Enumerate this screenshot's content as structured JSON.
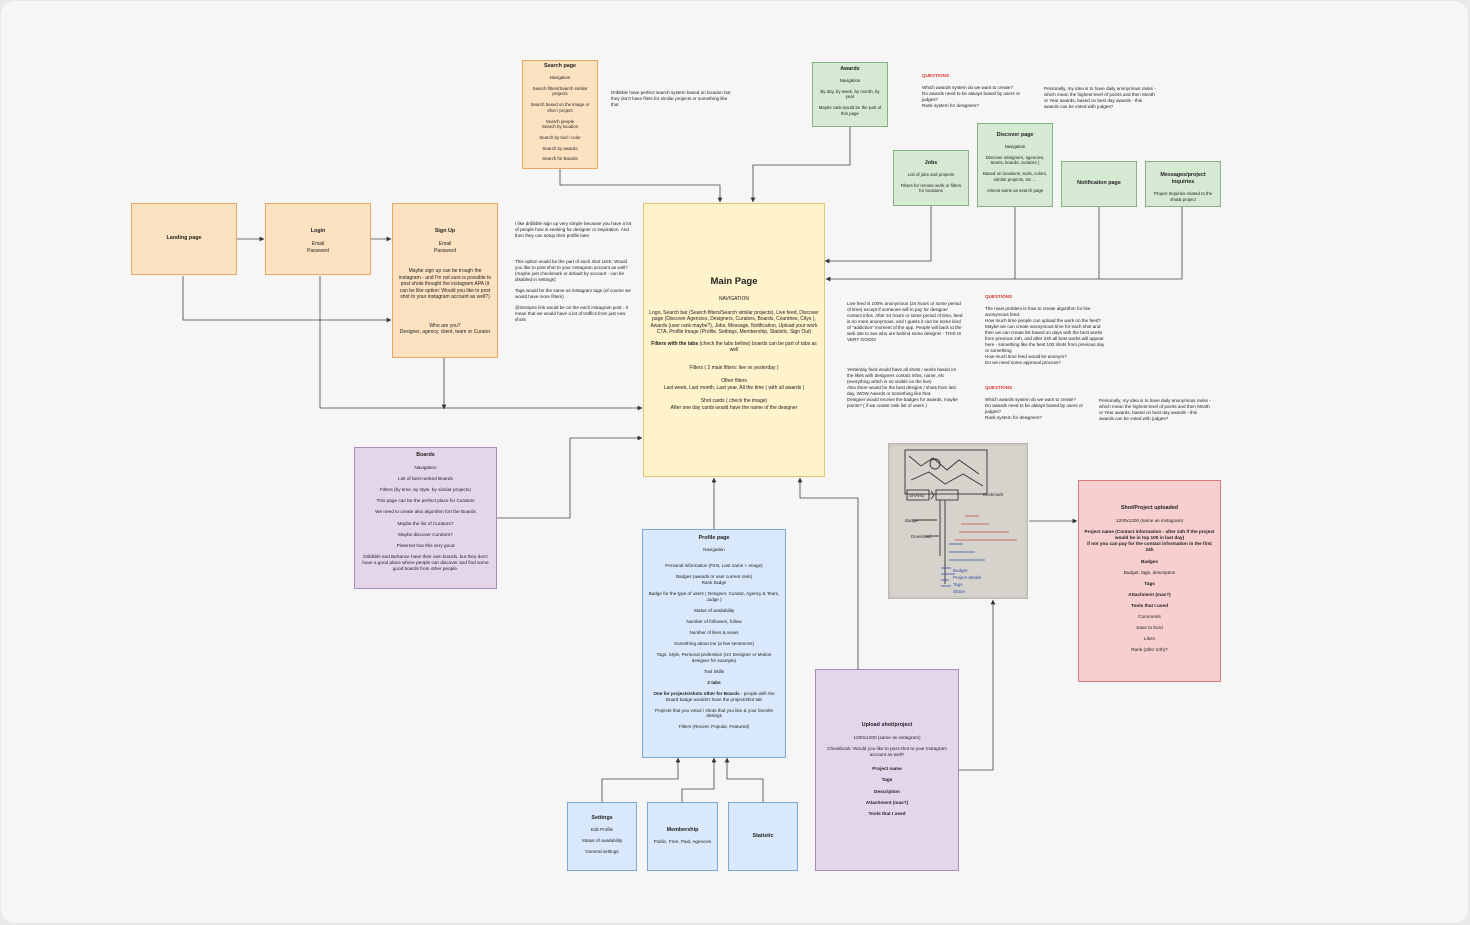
{
  "landing": {
    "title": "Landing page"
  },
  "login": {
    "title": "Login",
    "lines": [
      "Email",
      "Password"
    ]
  },
  "signup": {
    "title": "Sign Up",
    "lines": [
      "Email",
      "Password"
    ],
    "note1": "Maybe sign up can be trough the instagram - and I'm not sure is possible to post shots thought the instagram APA (it can be like option: Would you like to post shot to your instagram account as well?)",
    "note2": "Who are you?\nDesigner, agency, client, team or Curator"
  },
  "search": {
    "title": "Search page",
    "lines": [
      "Navigation",
      "Search filters/Search similar projects",
      "Search based on the image or shot / project",
      "Search people\nSearch by location",
      "Search by tool / color",
      "Search by awards",
      "Search for Boards"
    ]
  },
  "search_note": "Dribbble have perfect search system based on location but they don't have filets for similar projects or something like that",
  "signup_notes": [
    "I like dribbble sign up very simple because you have a lot of people how is seeking for designer or inspiration. And then they can setup their profile later",
    "This option would be the part of each shot LIKE: Would you like to post shot to your Instagram account as well? (maybe just checkmark or default by account - can be disabled in settings)",
    "Tags would be the same as instagram tags (of course we would have more filters)",
    "@inInspire link would be on the each instagram post - it mean that we would have a lot of traffics from just new shots"
  ],
  "awards": {
    "title": "Awards",
    "lines": [
      "Navigation",
      "By day, by week, by month, by year",
      "Maybe rank would be the part of this page"
    ]
  },
  "questions1": {
    "label": "QUESTIONS",
    "text": "Which awards system do we want to create?\nDo awards need to be always based by users or judges?\nRank system for designers?",
    "side": "Personally, my idea is to have daily anonymous ranks - which mean the highest level of points and then Month or Year awards, based on best day awards - this awards can be voted with judges?"
  },
  "jobs": {
    "title": "Jobs",
    "lines": [
      "List of jobs and projects",
      "Filters for remote work or filters for locations"
    ]
  },
  "discover": {
    "title": "Discover page",
    "lines": [
      "Navigation",
      "Discover designers, agencies, teams, boards, curators )",
      "Based on locations, tools, colors, similar projects, etc ...",
      "Almost same as search page"
    ]
  },
  "notification": {
    "title": "Notification page"
  },
  "messages": {
    "title": "Messages/project inquiries",
    "lines": [
      "Project Inquiries related to the shot& project"
    ]
  },
  "main": {
    "title": "Main Page",
    "lines": [
      "NAVIGATION",
      "Logo, Search bar (Search filters/Search similar projects), Live feed, Discover page (Discover Agencies, Designers, Curators, Boards, Countries, Citys ), Awards (user rank maybe?), Jobs, Message, Notification, Upload your work CTA, Profile Image (Profile, Settings, Membership, Statistic, Sign Out)"
    ],
    "tabs_bold": "Filters with the tabs",
    "tabs_rest": " (check the tabs bellow) boards can be part of tabs as well",
    "lines2": [
      "Filters ( 2 main filters: live vs yesterday )",
      "Other filters\nLast week, Last month, Last year, All the time ( with all awards )",
      "Shot cards ( check the image)\nAfter one day cards would have the name of the designer"
    ]
  },
  "feed_notes": [
    "Live feed is 100% anonymous (24 hours or some period of time) except if someone will to pay for designer contact infos. After 24 hours or some period of time, feed is no more anonymous, and I guess it can be some kind of \"addiction\" moment of the app. People will back to the web site to see who are behind some designs! - THIS IS VERY GOOD!",
    "Yesterday feed would have all shots / works based on the likes with designers contact infos, name, etc (everything which is no visible on the live)\nAlso there would be the best designs / shots from last day, WOW Awards or something like that.\nDesigner would receive the badges for awards, maybe points? ( if we create rank list of users )"
  ],
  "questions2": {
    "label": "QUESTIONS",
    "text": "The main problem is how to create algorithm for live anonymous feed.\nHow much time people can upload the work on the feed? Maybe we can create anonymous time for each shot and then we can create list based on days with the best works from previous 24h, and after 24h all best works will appear here - something like the best 100 shots from previous day or something\nHow much time feed would be anonym?\nDo we need some approval process?"
  },
  "questions3": {
    "label": "QUESTIONS",
    "text": "Which awards system do we want to create?\nDo awards need to be always based by users or judges?\nRank system for designers?",
    "side": "Personally, my idea is to have daily anonymous ranks - which mean the highest level of points and then Month or Year awards, based on best day awards - this awards can be voted with judges?"
  },
  "boards": {
    "title": "Boards",
    "lines": [
      "Navigation",
      "List of best-ranked Boards",
      "Filters (by time, by style, by similar projects)",
      "This page can be the perfect place for Curators",
      "We need to create also algorithm fort the Boards",
      "Maybe the list of Curators?",
      "Maybe discover Curators?",
      "Pinterest has this very good",
      "Dribbble and Behance have their own boards, but they don't have a good place where people can discover and find some good boards from other people."
    ]
  },
  "profile": {
    "title": "Profile page",
    "lines": [
      "Navigation",
      "Personal information (First, Last name + Image)",
      "Badges (awards or user current rank)\nRank badge",
      "Badge for the type of users ( Designer, Curator, Agency & Team, Judge )",
      "Status of availability",
      "Number of followers, follow",
      "Number of likes & views",
      "Something about me (a few sentences)",
      "Tags, Style, Personal profession (UX Designer or Motion designer for example)",
      "Tool Skills"
    ],
    "tabs": "2 tabs",
    "tabs_desc_bold": "One for projects/shots other for Boards",
    "tabs_desc_rest": " - people with the Board badge wouldn't have the project/shot tab",
    "lines2": [
      "Projects that you voted / shots that you like & your favorite desings",
      "Filters (Recent, Popular, Featured)"
    ]
  },
  "settings": {
    "title": "Settings",
    "lines": [
      "Edit Profile",
      "Status of availability",
      "General settings"
    ]
  },
  "membership": {
    "title": "Membership",
    "lines": [
      "Public, Free, Paid, Agencies"
    ]
  },
  "statistic": {
    "title": "Statistic"
  },
  "upload": {
    "title": "Upload shot/project",
    "lines": [
      "1200x1200 (same as instagram)",
      "Checkbook: Would you like to post shot to your Instagram account as well?"
    ],
    "bold": [
      "Project name",
      "Tags",
      "Description",
      "Attachment (max?)",
      "Tools that I used"
    ]
  },
  "shot": {
    "title": "Shot/Project uploaded",
    "size": "1200x1200 (same as instagram)",
    "project_name": "Project name (Contact information - after 24h if the project would be in top 100 in last day)\nif not you can pay for the contact information in the first 24h",
    "badges": "Badges",
    "badges_desc": "Budget, tags, description",
    "bold": [
      "Tags",
      "Attachment (max?)",
      "Tools that I used"
    ],
    "lines": [
      "Comments",
      "Save to bord",
      "Likes",
      "Rank (after 24h)?"
    ]
  },
  "sketch": {
    "labels": [
      "Badge",
      "Download",
      "SHARE",
      "Bookmark",
      "Budget",
      "Project details",
      "Tags",
      "Share"
    ]
  },
  "colors": {
    "orange": "#fde2c1",
    "green": "#d6e9d3",
    "yellow": "#fff3cc",
    "purple": "#e3d6ea",
    "blue": "#d9e8fb",
    "red": "#f7cfcf",
    "question": "#d9352f"
  }
}
